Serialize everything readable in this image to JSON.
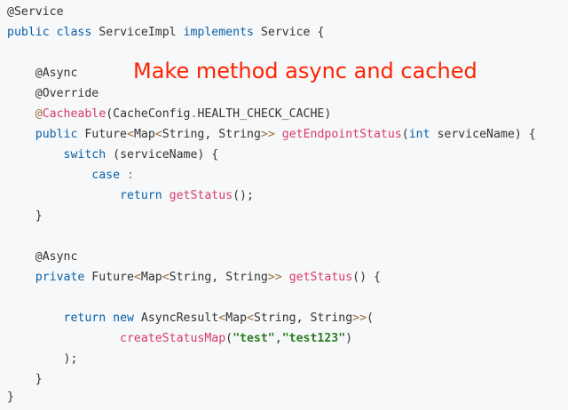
{
  "callout": {
    "text": "Make method async and cached",
    "color": "#ff2200"
  },
  "colors": {
    "background": "#f6f8fa",
    "keyword": "#0b5fa5",
    "function": "#d73a6b",
    "string": "#2c7b1f",
    "plain": "#333333"
  },
  "code": {
    "l1": {
      "a": "@Service"
    },
    "l2": {
      "kw1": "public",
      "kw2": "class",
      "name": "ServiceImpl",
      "kw3": "implements",
      "iface": "Service",
      "brace": "{"
    },
    "l4": {
      "a": "@Async"
    },
    "l5": {
      "a": "@Override"
    },
    "l6": {
      "at": "@",
      "fn": "Cacheable",
      "open": "(",
      "arg": "CacheConfig",
      "dot": ".",
      "const": "HEALTH_CHECK_CACHE",
      "close": ")"
    },
    "l7": {
      "kw": "public",
      "t1": "Future",
      "lt1": "<",
      "t2": "Map",
      "lt2": "<",
      "t3": "String,",
      "t4": "String",
      "gt": ">>",
      "fn": "getEndpointStatus",
      "open": "(",
      "pkw": "int",
      "pname": "serviceName",
      "close": ")",
      "brace": "{"
    },
    "l8": {
      "kw": "switch",
      "cond": "(serviceName)",
      "brace": "{"
    },
    "l9": {
      "kw": "case",
      "colon": ":"
    },
    "l10": {
      "kw": "return",
      "fn": "getStatus",
      "rest": "();"
    },
    "l11": {
      "brace": "}"
    },
    "l13": {
      "a": "@Async"
    },
    "l14": {
      "kw": "private",
      "t1": "Future",
      "lt1": "<",
      "t2": "Map",
      "lt2": "<",
      "t3": "String,",
      "t4": "String",
      "gt": ">>",
      "fn": "getStatus",
      "parens": "()",
      "brace": "{"
    },
    "l16": {
      "kw1": "return",
      "kw2": "new",
      "t1": "AsyncResult",
      "lt1": "<",
      "t2": "Map",
      "lt2": "<",
      "t3": "String,",
      "t4": "String",
      "gt": ">>",
      "open": "("
    },
    "l17": {
      "fn": "createStatusMap",
      "open": "(",
      "s1": "\"test\"",
      "comma": ",",
      "s2": "\"test123\"",
      "close": ")"
    },
    "l18": {
      "end": ");"
    },
    "l19": {
      "brace": "}"
    },
    "l20": {
      "brace": "}"
    }
  }
}
